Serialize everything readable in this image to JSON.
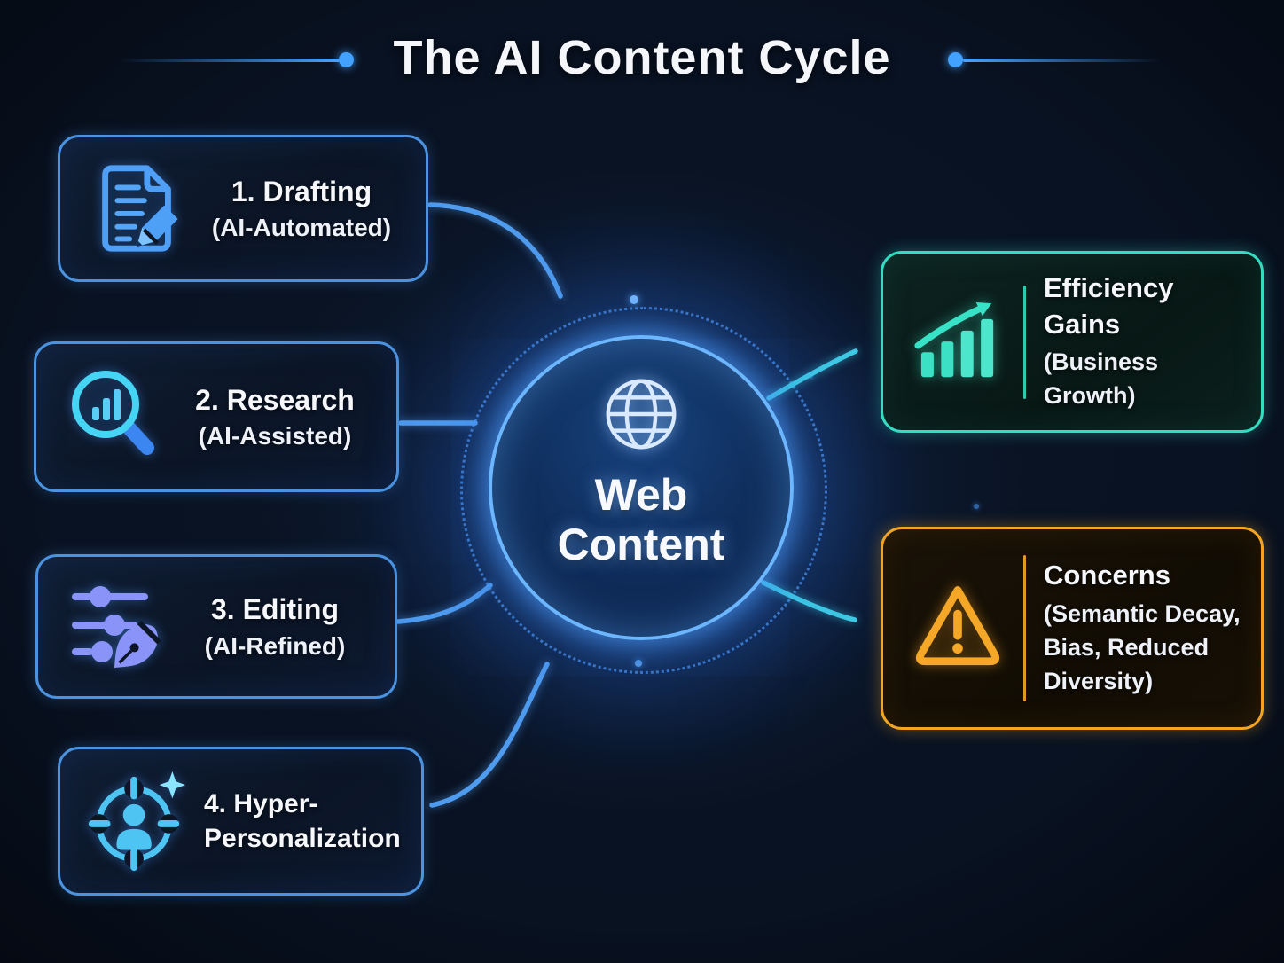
{
  "title": {
    "text": "The AI Content Cycle"
  },
  "center": {
    "line1": "Web",
    "line2": "Content",
    "icon": "globe-icon"
  },
  "inputs": [
    {
      "title": "1. Drafting",
      "subtitle": "(AI-Automated)",
      "icon": "document-pencil-icon",
      "accent": "#4f9ff7"
    },
    {
      "title": "2. Research",
      "subtitle": "(AI-Assisted)",
      "icon": "magnifier-chart-icon",
      "accent": "#46d4f4"
    },
    {
      "title": "3. Editing",
      "subtitle": "(AI-Refined)",
      "icon": "sliders-pen-icon",
      "accent": "#8a93f8"
    },
    {
      "title": "4. Hyper-Personalization",
      "icon": "person-target-icon",
      "accent": "#4dc4f2"
    }
  ],
  "outputs": [
    {
      "title": "Efficiency Gains",
      "subtitle": "(Business Growth)",
      "icon": "growth-chart-icon",
      "accent": "#35dcc1"
    },
    {
      "title": "Concerns",
      "subtitle": "(Semantic Decay, Bias, Reduced Diversity)",
      "icon": "warning-triangle-icon",
      "accent": "#f2a422"
    }
  ],
  "colors": {
    "background": "#081120",
    "title_text": "#f4f6fa",
    "card_border_blue": "#4b93e0",
    "card_border_teal": "#34dcc2",
    "card_border_amber": "#f2a422",
    "arrow_blue": "#4f9bee",
    "arrow_cyan": "#3fcbe4",
    "hub_ring": "#6cb6ff"
  }
}
